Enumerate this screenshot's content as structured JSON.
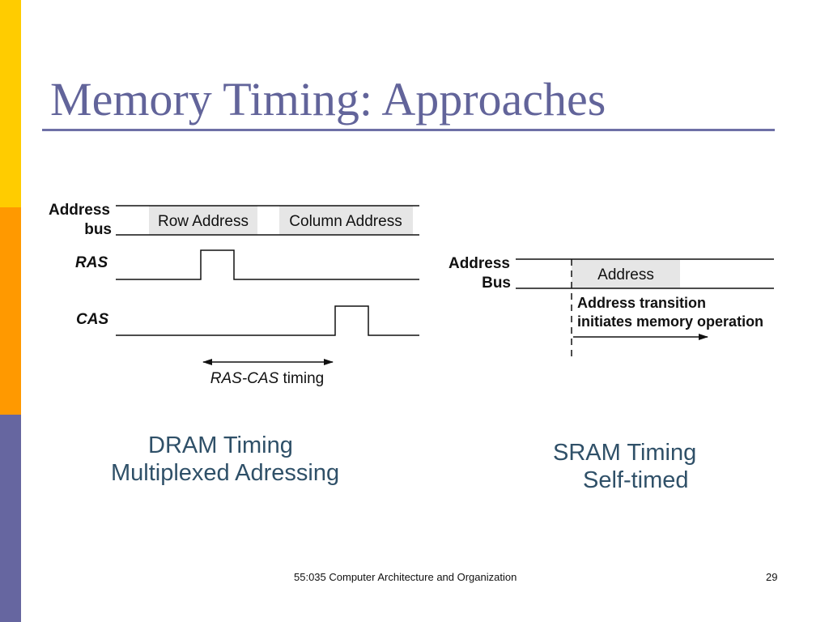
{
  "slide": {
    "title": "Memory Timing: Approaches",
    "footer": "55:035 Computer Architecture and Organization",
    "page_number": "29"
  },
  "colors": {
    "title": "#62649A",
    "caption": "#2F5068",
    "bar_yellow": "#FFCC00",
    "bar_orange": "#FF9900",
    "bar_purple": "#6666A0",
    "box_fill": "#E6E6E6"
  },
  "dram": {
    "address_label_1": "Address",
    "address_label_2": "bus",
    "row_address": "Row Address",
    "column_address": "Column Address",
    "ras_label": "RAS",
    "cas_label": "CAS",
    "timing_label_italic": "RAS-CAS",
    "timing_label_rest": " timing",
    "caption_line1": "DRAM Timing",
    "caption_line2": "Multiplexed Adressing"
  },
  "sram": {
    "address_label_1": "Address",
    "address_label_2": "Bus",
    "address_box": "Address",
    "note_line1": "Address transition",
    "note_line2": "initiates memory operation",
    "caption_line1": "SRAM Timing",
    "caption_line2": "Self-timed"
  }
}
